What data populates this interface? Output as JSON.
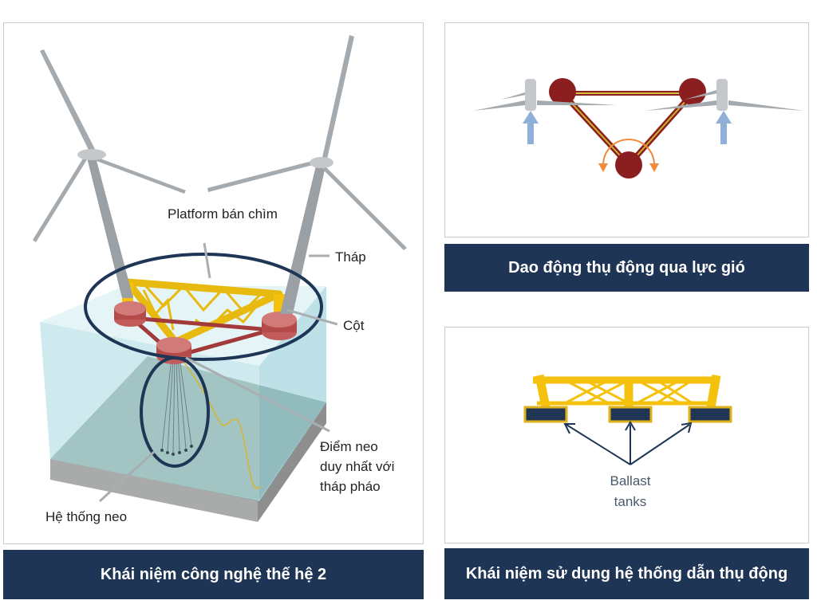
{
  "left_panel": {
    "labels": {
      "platform": "Platform bán chìm",
      "tower": "Tháp",
      "column": "Cột",
      "anchor_line1": "Điểm neo",
      "anchor_line2": "duy nhất với",
      "anchor_line3": "tháp pháo",
      "mooring": "Hệ thống neo"
    },
    "caption": "Khái niệm công nghệ thế hệ 2"
  },
  "top_right_panel": {
    "caption": "Dao động thụ động qua lực gió"
  },
  "bottom_right_panel": {
    "ballast_line1": "Ballast",
    "ballast_line2": "tanks",
    "caption": "Khái niệm sử dụng hệ thống dẫn thụ động"
  },
  "colors": {
    "caption_bg": "#1f3555",
    "platform_yellow": "#f4c20d",
    "column_red": "#a23a3a",
    "water": "#bfe3ea",
    "seabed": "#4e6b55",
    "ellipse": "#1f3555",
    "arrow_blue": "#8fb0d8",
    "arrow_orange": "#f08a3c"
  }
}
